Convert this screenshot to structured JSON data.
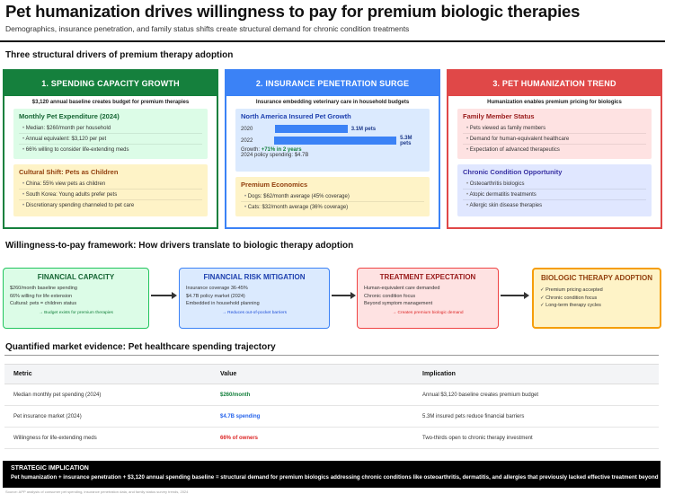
{
  "header": {
    "title": "Pet humanization drives willingness to pay for premium biologic therapies",
    "subtitle": "Demographics, insurance penetration, and family status shifts create structural demand for chronic condition treatments"
  },
  "section1_title": "Three structural drivers of premium therapy adoption",
  "drivers": [
    {
      "header": "1. SPENDING CAPACITY GROWTH",
      "subtitle": "$3,120 annual baseline creates budget for premium therapies",
      "color": "#15803d",
      "card1_title": "Monthly Pet Expenditure (2024)",
      "card1_items": [
        "Median: $260/month per household",
        "Annual equivalent: $3,120 per pet",
        "66% willing to consider life-extending meds"
      ],
      "card2_title": "Cultural Shift: Pets as Children",
      "card2_items": [
        "China: 55% view pets as children",
        "South Korea: Young adults prefer pets",
        "Discretionary spending channeled to pet care"
      ]
    },
    {
      "header": "2. INSURANCE PENETRATION SURGE",
      "subtitle": "Insurance embedding veterinary care in household budgets",
      "color": "#3b82f6",
      "card1_title": "North America Insured Pet Growth",
      "bars": [
        {
          "year": "2020",
          "value": 3.1,
          "label": "3.1M pets"
        },
        {
          "year": "2022",
          "value": 5.3,
          "label": "5.3M pets"
        }
      ],
      "growth_prefix": "Growth:",
      "growth_value": "+71% in 2 years",
      "policy_spending": "2024 policy spending: $4.7B",
      "card2_title": "Premium Economics",
      "card2_items": [
        "Dogs: $62/month average (45% coverage)",
        "Cats: $32/month average (36% coverage)"
      ]
    },
    {
      "header": "3. PET HUMANIZATION TREND",
      "subtitle": "Humanization enables premium pricing for biologics",
      "color": "#e04848",
      "card1_title": "Family Member Status",
      "card1_items": [
        "Pets viewed as family members",
        "Demand for human-equivalent healthcare",
        "Expectation of advanced therapeutics"
      ],
      "card2_title": "Chronic Condition Opportunity",
      "card2_items": [
        "Osteoarthritis biologics",
        "Atopic dermatitis treatments",
        "Allergic skin disease therapies"
      ]
    }
  ],
  "section2_title": "Willingness-to-pay framework: How drivers translate to biologic therapy adoption",
  "framework": [
    {
      "title": "FINANCIAL CAPACITY",
      "items": [
        "$260/month baseline spending",
        "66% willing for life extension",
        "Cultural: pets = children status"
      ],
      "note": "→ Budget exists for premium therapies"
    },
    {
      "title": "FINANCIAL RISK MITIGATION",
      "items": [
        "Insurance coverage 36-45%",
        "$4.7B policy market (2024)",
        "Embedded in household planning"
      ],
      "note": "→ Reduces out-of-pocket barriers"
    },
    {
      "title": "TREATMENT EXPECTATION",
      "items": [
        "Human-equivalent care demanded",
        "Chronic condition focus",
        "Beyond symptom management"
      ],
      "note": "→ Creates premium biologic demand"
    },
    {
      "title": "BIOLOGIC THERAPY ADOPTION",
      "items": [
        "✓ Premium pricing accepted",
        "✓ Chronic condition focus",
        "✓ Long-term therapy cycles"
      ]
    }
  ],
  "section3_title": "Quantified market evidence: Pet healthcare spending trajectory",
  "table": {
    "headers": [
      "Metric",
      "Value",
      "Implication"
    ],
    "rows": [
      {
        "metric": "Median monthly pet spending (2024)",
        "value": "$260/month",
        "value_color": "#15803d",
        "implication": "Annual $3,120 baseline creates premium budget"
      },
      {
        "metric": "Pet insurance market (2024)",
        "value": "$4.7B spending",
        "value_color": "#2563eb",
        "implication": "5.3M insured pets reduce financial barriers"
      },
      {
        "metric": "Willingness for life-extending meds",
        "value": "66% of owners",
        "value_color": "#dc2626",
        "implication": "Two-thirds open to chronic therapy investment"
      }
    ]
  },
  "strategic": {
    "title": "STRATEGIC IMPLICATION",
    "text": "Pet humanization + insurance penetration + $3,120 annual spending baseline = structural demand for premium biologics addressing chronic conditions like osteoarthritis, dermatitis, and allergies that previously lacked effective treatment beyond"
  },
  "source": "Source: APP analysis of consumer pet spending, insurance penetration data, and family status survey trends, 2024"
}
